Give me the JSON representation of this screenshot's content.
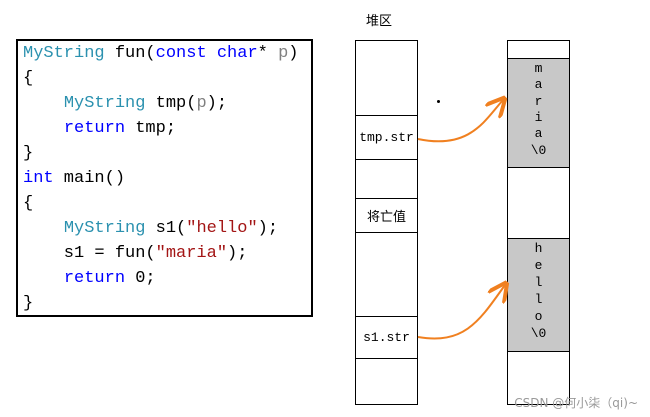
{
  "code": {
    "lines": [
      [
        {
          "t": "MyString",
          "c": "ty"
        },
        {
          "t": " fun(",
          "c": "plain"
        },
        {
          "t": "const",
          "c": "kw"
        },
        {
          "t": " ",
          "c": "plain"
        },
        {
          "t": "char",
          "c": "kw"
        },
        {
          "t": "* ",
          "c": "plain"
        },
        {
          "t": "p",
          "c": "cmt"
        },
        {
          "t": ")",
          "c": "plain"
        }
      ],
      [
        {
          "t": "{",
          "c": "plain"
        }
      ],
      [
        {
          "t": "    ",
          "c": "plain"
        },
        {
          "t": "MyString",
          "c": "ty"
        },
        {
          "t": " tmp(",
          "c": "plain"
        },
        {
          "t": "p",
          "c": "cmt"
        },
        {
          "t": ");",
          "c": "plain"
        }
      ],
      [
        {
          "t": "    ",
          "c": "plain"
        },
        {
          "t": "return",
          "c": "kw"
        },
        {
          "t": " tmp;",
          "c": "plain"
        }
      ],
      [
        {
          "t": "}",
          "c": "plain"
        }
      ],
      [
        {
          "t": "int",
          "c": "kw"
        },
        {
          "t": " main()",
          "c": "plain"
        }
      ],
      [
        {
          "t": "{",
          "c": "plain"
        }
      ],
      [
        {
          "t": "    ",
          "c": "plain"
        },
        {
          "t": "MyString",
          "c": "ty"
        },
        {
          "t": " s1(",
          "c": "plain"
        },
        {
          "t": "\"hello\"",
          "c": "str"
        },
        {
          "t": ");",
          "c": "plain"
        }
      ],
      [
        {
          "t": "    s1 = fun(",
          "c": "plain"
        },
        {
          "t": "\"maria\"",
          "c": "str"
        },
        {
          "t": ");",
          "c": "plain"
        }
      ],
      [
        {
          "t": "    ",
          "c": "plain"
        },
        {
          "t": "return",
          "c": "kw"
        },
        {
          "t": " 0;",
          "c": "plain"
        }
      ],
      [
        {
          "t": "}",
          "c": "plain"
        }
      ]
    ]
  },
  "heap_label": "堆区",
  "stack": {
    "tmp_str": "tmp.str",
    "dying_value": "将亡值",
    "s1_str": "s1.str"
  },
  "heap_maria": [
    "m",
    "a",
    "r",
    "i",
    "a",
    "\\0"
  ],
  "heap_hello": [
    "h",
    "e",
    "l",
    "l",
    "o",
    "\\0"
  ],
  "watermark": "CSDN @何小柒（qi)~",
  "colors": {
    "arrow": "#f08020",
    "gray_cell": "#c8c8c8"
  }
}
